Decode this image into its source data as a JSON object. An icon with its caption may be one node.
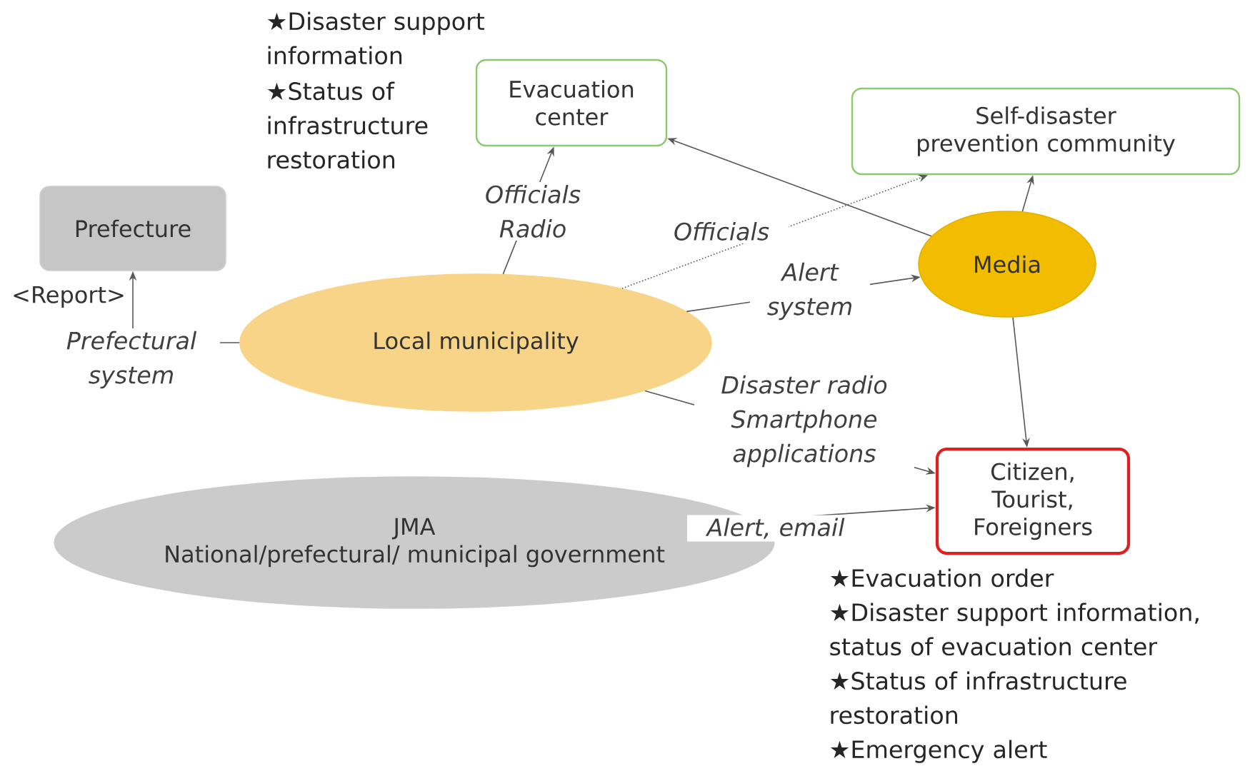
{
  "diagram": {
    "nodes": [
      {
        "text": [
          "Evacuation center"
        ],
        "beside": [
          "★Disaster support information",
          "★Status of infrastructure restoration"
        ]
      },
      {
        "text": [
          "Self-disaster prevention community"
        ]
      },
      {
        "text": [
          "Prefecture"
        ]
      },
      {
        "text": [
          "Media"
        ]
      },
      {
        "text": [
          "Local municipality"
        ]
      },
      {
        "text": [
          "Citizen, Tourist, Foreigners"
        ],
        "beside": [
          "★Evacuation order",
          "★Disaster support information, status of evacuation center",
          "★Status of infrastructure restoration",
          "★Emergency alert"
        ]
      },
      {
        "text": [
          "JMA",
          "National/prefectural/ municipal government"
        ]
      }
    ],
    "edges": [
      {
        "from": 4,
        "to": 0,
        "arrow": "to",
        "label": "Officials Radio"
      },
      {
        "from": 4,
        "to": 1,
        "arrow": "to",
        "label": "Officials",
        "style": "dashed"
      },
      {
        "from": 3,
        "to": 0,
        "arrow": "to"
      },
      {
        "from": 3,
        "to": 1,
        "arrow": "to"
      },
      {
        "from": 4,
        "to": 3,
        "arrow": "to",
        "label": "Alert system"
      },
      {
        "from": 4,
        "to": 5,
        "arrow": "to",
        "label": "Disaster radio Smartphone applications"
      },
      {
        "from": 6,
        "to": 5,
        "arrow": "to",
        "label": "Alert, email"
      },
      {
        "from": 3,
        "to": 5,
        "arrow": "to"
      },
      {
        "from": 4,
        "to": 2,
        "arrow": "to",
        "label": "Prefectural system"
      }
    ],
    "labels": [
      "<Report>"
    ]
  }
}
